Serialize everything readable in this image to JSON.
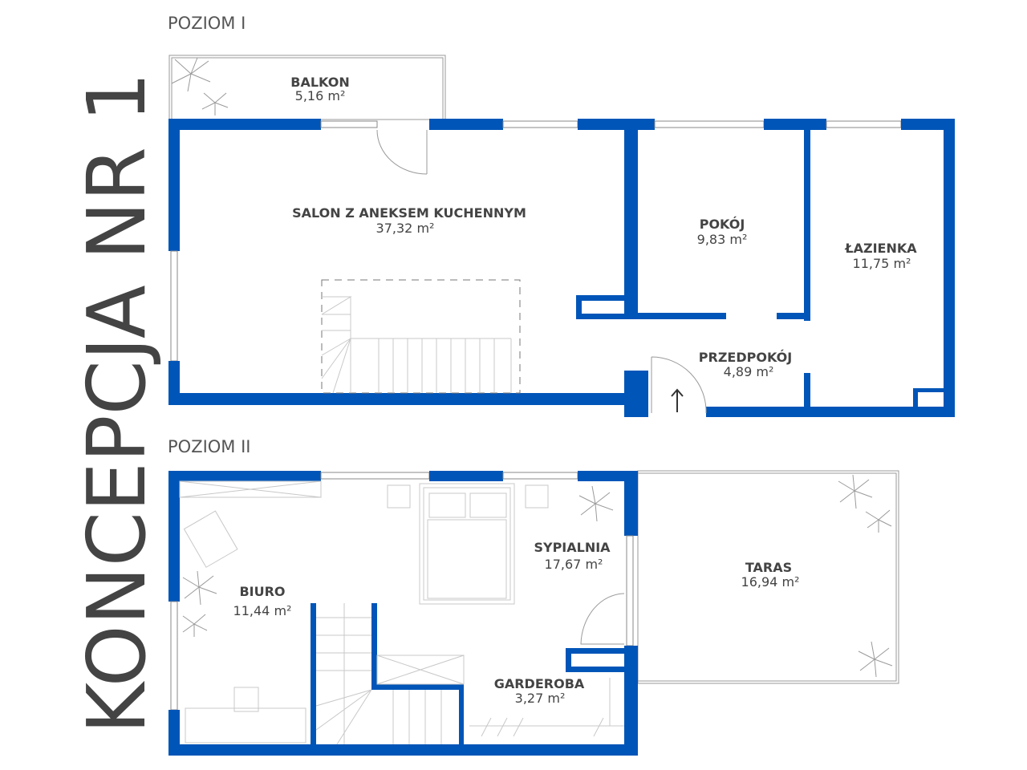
{
  "title": "KONCEPCJA NR 1",
  "colors": {
    "wall": "#0055b8",
    "text": "#444444"
  },
  "levels": [
    {
      "label": "POZIOM I",
      "rooms": [
        {
          "name": "BALKON",
          "area": "5,16 m²"
        },
        {
          "name": "SALON Z ANEKSEM KUCHENNYM",
          "area": "37,32 m²"
        },
        {
          "name": "POKÓJ",
          "area": "9,83 m²"
        },
        {
          "name": "ŁAZIENKA",
          "area": "11,75 m²"
        },
        {
          "name": "PRZEDPOKÓJ",
          "area": "4,89 m²"
        }
      ]
    },
    {
      "label": "POZIOM II",
      "rooms": [
        {
          "name": "BIURO",
          "area": "11,44 m²"
        },
        {
          "name": "SYPIALNIA",
          "area": "17,67 m²"
        },
        {
          "name": "GARDEROBA",
          "area": "3,27 m²"
        },
        {
          "name": "TARAS",
          "area": "16,94 m²"
        }
      ]
    }
  ]
}
